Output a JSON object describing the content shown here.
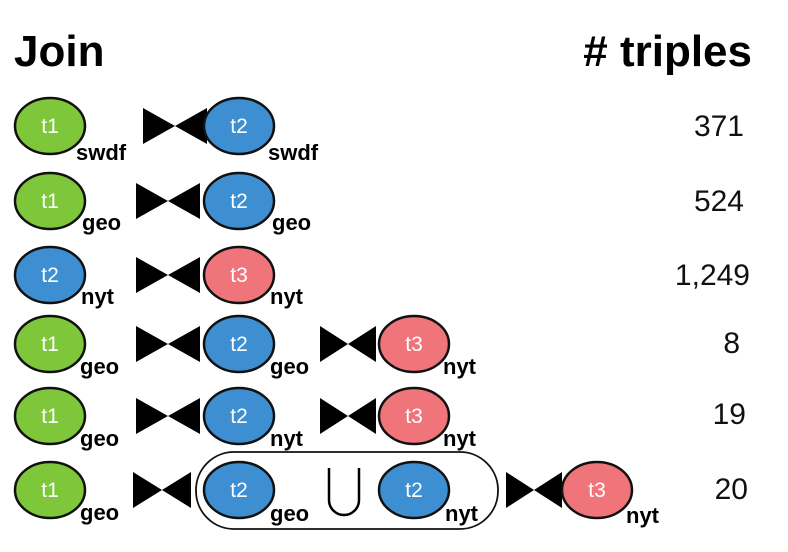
{
  "header": {
    "join_label": "Join",
    "count_label": "# triples"
  },
  "colors": {
    "t1": "#7ec73a",
    "t2": "#3d8fd1",
    "t3": "#f0757a",
    "outline": "#111111"
  },
  "rows": [
    {
      "terms": [
        {
          "label": "t1",
          "source": "swdf"
        },
        {
          "label": "t2",
          "source": "swdf"
        }
      ],
      "triples": "371"
    },
    {
      "terms": [
        {
          "label": "t1",
          "source": "geo"
        },
        {
          "label": "t2",
          "source": "geo"
        }
      ],
      "triples": "524"
    },
    {
      "terms": [
        {
          "label": "t2",
          "source": "nyt"
        },
        {
          "label": "t3",
          "source": "nyt"
        }
      ],
      "triples": "1,249"
    },
    {
      "terms": [
        {
          "label": "t1",
          "source": "geo"
        },
        {
          "label": "t2",
          "source": "geo"
        },
        {
          "label": "t3",
          "source": "nyt"
        }
      ],
      "triples": "8"
    },
    {
      "terms": [
        {
          "label": "t1",
          "source": "geo"
        },
        {
          "label": "t2",
          "source": "nyt"
        },
        {
          "label": "t3",
          "source": "nyt"
        }
      ],
      "triples": "19"
    },
    {
      "terms": [
        {
          "label": "t1",
          "source": "geo"
        },
        {
          "union": [
            {
              "label": "t2",
              "source": "geo"
            },
            {
              "label": "t2",
              "source": "nyt"
            }
          ]
        },
        {
          "label": "t3",
          "source": "nyt"
        }
      ],
      "triples": "20"
    }
  ]
}
